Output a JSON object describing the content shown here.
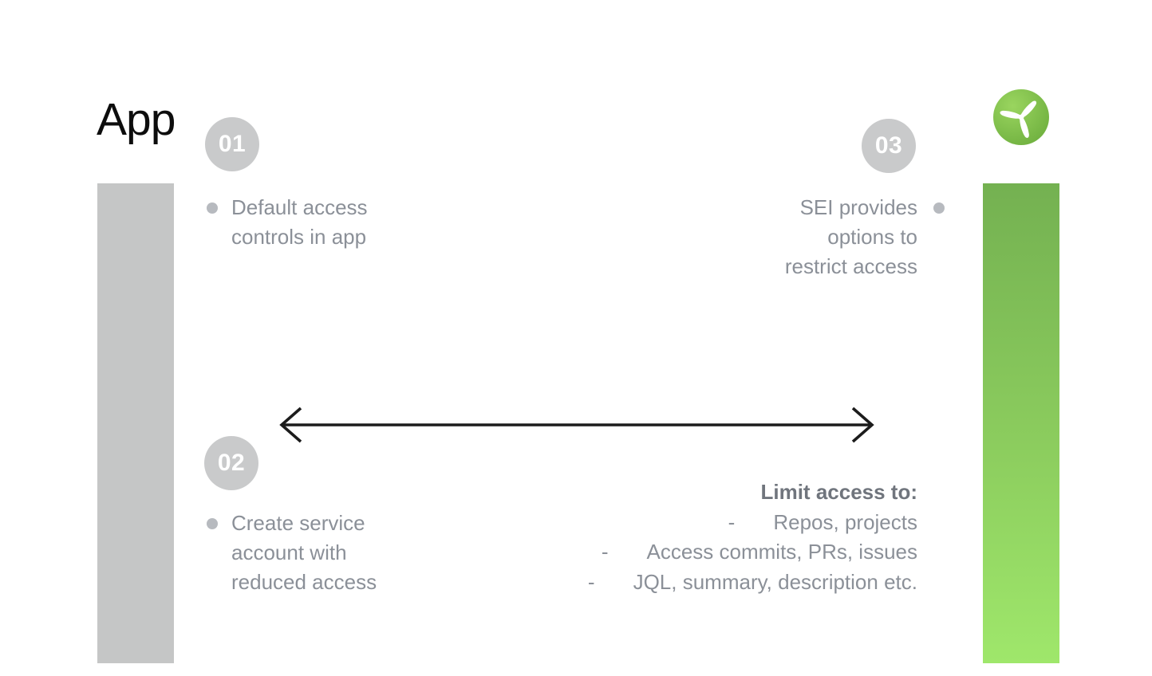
{
  "title": "App",
  "steps": [
    {
      "number": "01",
      "lines": [
        "Default access",
        "controls in app"
      ]
    },
    {
      "number": "02",
      "lines": [
        "Create service",
        "account with",
        "reduced access"
      ]
    },
    {
      "number": "03",
      "lines": [
        "SEI provides",
        "options to",
        "restrict access"
      ]
    }
  ],
  "limit": {
    "heading": "Limit access to:",
    "dash": "-",
    "items": [
      "Repos, projects",
      "Access commits, PRs, issues",
      "JQL, summary, description etc."
    ]
  },
  "icons": {
    "logo": "propeller-icon",
    "arrow": "double-headed-arrow"
  },
  "colors": {
    "background": "#ffffff",
    "title_text": "#0d0d0d",
    "gray_bar": "#c5c6c6",
    "number_circle": "#c9cacb",
    "number_text": "#ffffff",
    "body_text": "#8b9098",
    "heading_text": "#70757d",
    "bullet_dot": "#b7babf",
    "green_bar_top": "#74b151",
    "green_bar_bottom": "#9fe76b",
    "logo_green_light": "#9ad55f",
    "logo_green_dark": "#6fb03f",
    "arrow": "#1c1c1c"
  }
}
